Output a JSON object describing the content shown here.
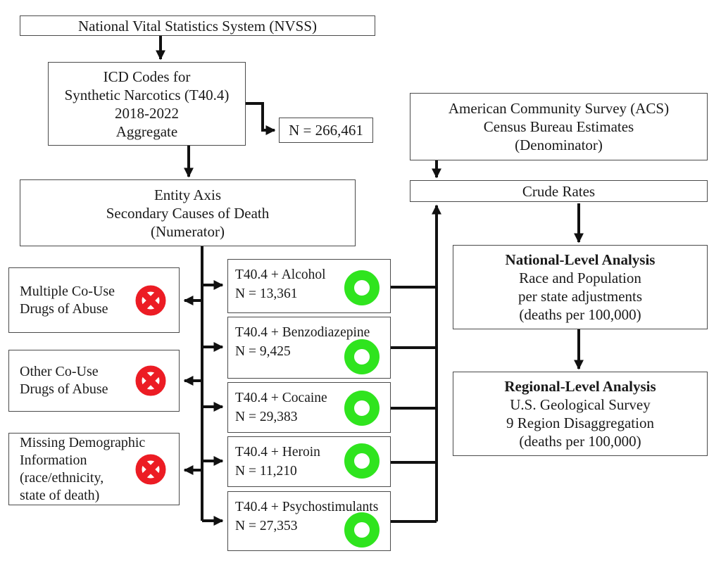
{
  "colors": {
    "line": "#111111",
    "box_border": "#4a4a4a",
    "excluded_icon": "#ec1c24",
    "included_icon": "#2fe41e"
  },
  "nodes": {
    "nvss": "National Vital Statistics System (NVSS)",
    "icd": "ICD Codes for\nSynthetic Narcotics (T40.4)\n2018-2022\nAggregate",
    "n_total": "N = 266,461",
    "entity": "Entity Axis\nSecondary Causes of Death\n(Numerator)",
    "acs": "American Community Survey (ACS)\nCensus Bureau Estimates\n(Denominator)",
    "crude": "Crude Rates",
    "national": {
      "heading": "National-Level Analysis",
      "body": "Race and Population\nper state adjustments\n(deaths per 100,000)"
    },
    "regional": {
      "heading": "Regional-Level Analysis",
      "body": "U.S. Geological Survey\n9 Region Disaggregation\n(deaths per 100,000)"
    }
  },
  "excluded": [
    {
      "text": "Multiple Co-Use\nDrugs of Abuse"
    },
    {
      "text": "Other Co-Use\nDrugs of Abuse"
    },
    {
      "text": "Missing Demographic\nInformation\n(race/ethnicity,\nstate of death)"
    }
  ],
  "included": [
    {
      "text": "T40.4 + Alcohol\nN = 13,361"
    },
    {
      "text": "T40.4 + Benzodiazepine\nN = 9,425"
    },
    {
      "text": "T40.4 + Cocaine\nN = 29,383"
    },
    {
      "text": "T40.4 + Heroin\nN = 11,210"
    },
    {
      "text": "T40.4 + Psychostimulants\nN = 27,353"
    }
  ]
}
